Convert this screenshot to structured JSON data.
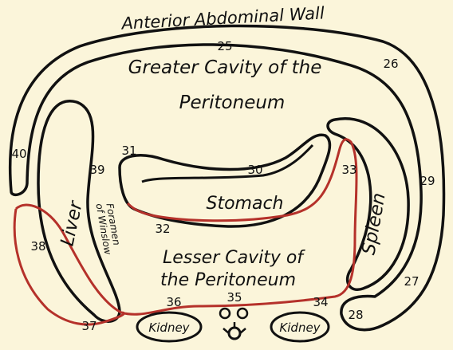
{
  "title": "Anterior Abdominal Wall",
  "regions": {
    "greater_cavity_line1": "Greater Cavity of the",
    "greater_cavity_line2": "Peritoneum",
    "lesser_cavity_line1": "Lesser Cavity of",
    "lesser_cavity_line2": "the Peritoneum",
    "stomach": "Stomach",
    "liver": "Liver",
    "spleen": "Spleen",
    "foramen_line1": "Foramen",
    "foramen_line2": "of Winslow",
    "kidney_left": "Kidney",
    "kidney_right": "Kidney"
  },
  "numbers": {
    "n25": "25",
    "n26": "26",
    "n27": "27",
    "n28": "28",
    "n29": "29",
    "n30": "30",
    "n31": "31",
    "n32": "32",
    "n33": "33",
    "n34": "34",
    "n35": "35",
    "n36": "36",
    "n37": "37",
    "n38": "38",
    "n39": "39",
    "n40": "40"
  },
  "colors": {
    "background": "#fbf5da",
    "outline": "#111111",
    "lesser_sac_line": "#b5312a"
  }
}
